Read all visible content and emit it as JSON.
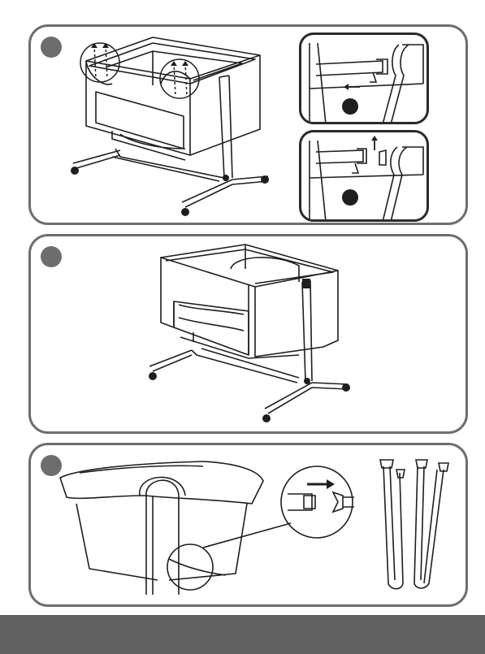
{
  "document": {
    "panels": [
      {
        "id": "panel-1",
        "insets": 2
      },
      {
        "id": "panel-2",
        "insets": 0
      },
      {
        "id": "panel-3",
        "insets": 1
      }
    ]
  },
  "colors": {
    "panel_border": "#6e6e6e",
    "step_dot": "#6d6d6d",
    "line_art": "#1e1e1e",
    "footer": "#5f5f5f"
  },
  "icons": {
    "arrow_left": "arrow-left-icon",
    "arrow_up": "arrow-up-icon",
    "arrow_right": "arrow-right-icon",
    "buckle": "buckle-icon",
    "strap": "strap-icon"
  }
}
